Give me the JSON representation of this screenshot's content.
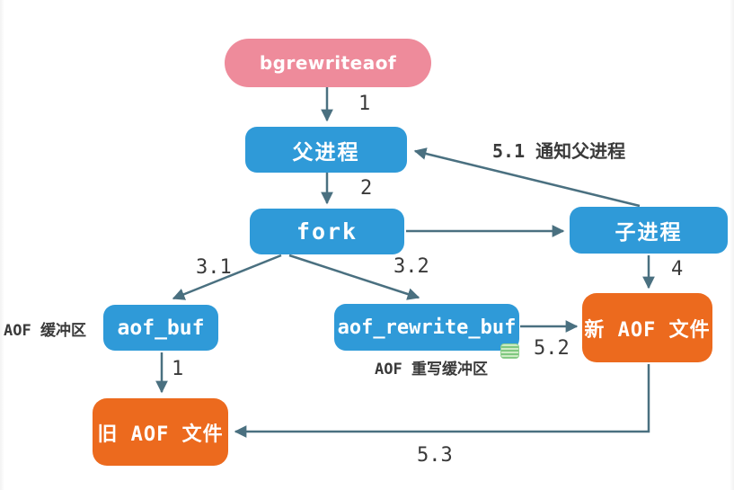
{
  "diagram_title": "bgrewriteaof AOF rewrite flow",
  "nodes": {
    "bgrewriteaof": "bgrewriteaof",
    "parent_process": "父进程",
    "fork": "fork",
    "child_process": "子进程",
    "aof_buf": "aof_buf",
    "aof_rewrite_buf": "aof_rewrite_buf",
    "new_aof_file": "新 AOF 文件",
    "old_aof_file": "旧 AOF 文件"
  },
  "edge_labels": {
    "step_1": "1",
    "step_2": "2",
    "step_3_1": "3.1",
    "step_3_2": "3.2",
    "step_4": "4",
    "step_5_1": "5.1 通知父进程",
    "step_5_2": "5.2",
    "step_5_3": "5.3",
    "aof_buf_flush": "1"
  },
  "annotations": {
    "aof_buf_caption": "AOF 缓冲区",
    "aof_rewrite_buf_caption": "AOF 重写缓冲区"
  },
  "icons": {
    "note_icon": "green-note-icon"
  },
  "colors": {
    "command_pink": "#EE8B9B",
    "process_blue": "#2F9AD8",
    "file_orange": "#EC6A1E",
    "connector_line": "#4A7080",
    "label_text": "#3A3A3A",
    "note_icon_green": "#7FC87F",
    "background": "#FFFFFF"
  }
}
